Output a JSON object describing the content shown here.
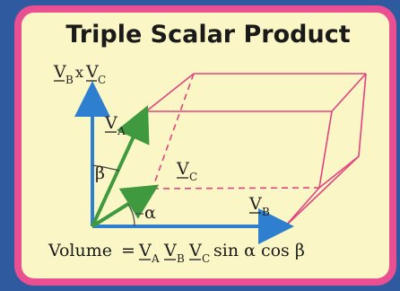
{
  "title": "Triple Scalar Product",
  "labels": {
    "cross_vector": "V",
    "cross_sub1": "B",
    "cross_x": "x",
    "cross_vector2": "V",
    "cross_sub2": "C",
    "va": "V",
    "va_sub": "A",
    "vb": "V",
    "vb_sub": "B",
    "vc": "V",
    "vc_sub": "C",
    "beta": "β",
    "alpha": "α"
  },
  "equation": {
    "lhs": "Volume",
    "equals": "=",
    "v1": "V",
    "s1": "A",
    "v2": "V",
    "s2": "B",
    "v3": "V",
    "s3": "C",
    "rest": "sin α cos β"
  },
  "colors": {
    "outer": "#2f5aa0",
    "border": "#ea4f91",
    "panel": "#fbf6c6",
    "vector_blue": "#2f7fd0",
    "vector_green": "#3f9a3f",
    "box_pink": "#e0447f",
    "arc": "#444444"
  }
}
